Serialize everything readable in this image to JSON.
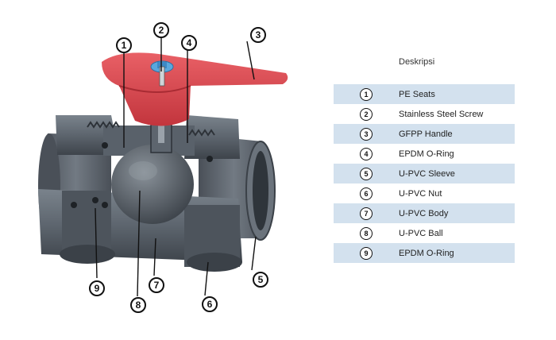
{
  "legend": {
    "title": "Deskripsi",
    "items": [
      {
        "num": "1",
        "label": "PE Seats"
      },
      {
        "num": "2",
        "label": "Stainless Steel Screw"
      },
      {
        "num": "3",
        "label": "GFPP Handle"
      },
      {
        "num": "4",
        "label": "EPDM O-Ring"
      },
      {
        "num": "5",
        "label": "U-PVC Sleeve"
      },
      {
        "num": "6",
        "label": "U-PVC Nut"
      },
      {
        "num": "7",
        "label": "U-PVC Body"
      },
      {
        "num": "8",
        "label": "U-PVC Ball"
      },
      {
        "num": "9",
        "label": "EPDM O-Ring"
      }
    ]
  },
  "callouts": [
    "1",
    "2",
    "3",
    "4",
    "5",
    "6",
    "7",
    "8",
    "9"
  ],
  "colors": {
    "pvc_gray": "#5f6770",
    "pvc_dark": "#3b4148",
    "handle_red": "#d9434a",
    "screw_blue": "#5aa7dd",
    "row_shade": "#d3e1ee"
  }
}
